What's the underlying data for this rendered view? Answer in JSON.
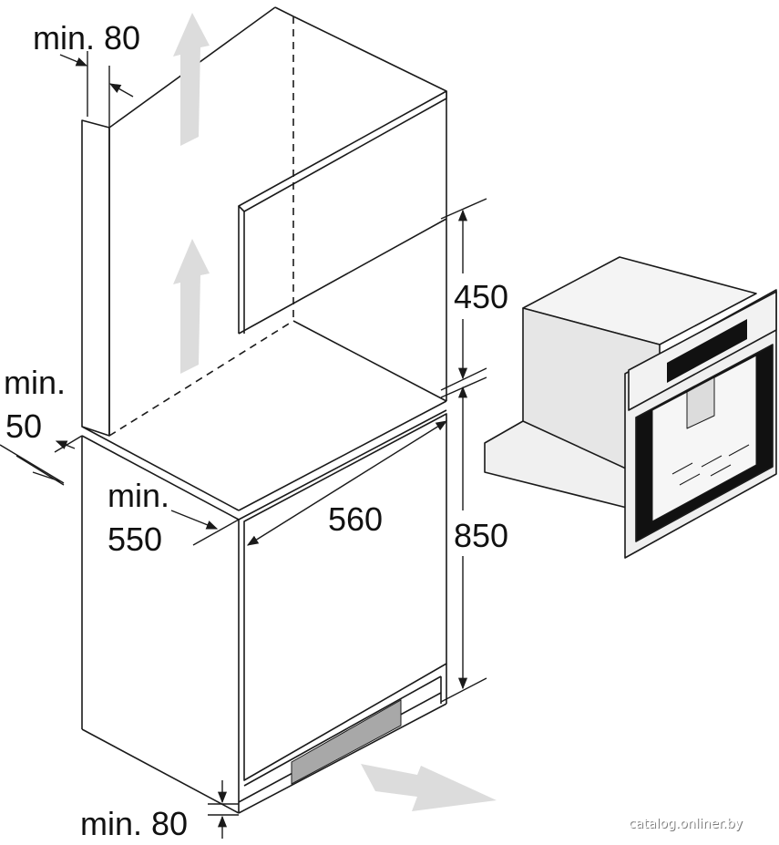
{
  "labels": {
    "top_clearance": "min. 80",
    "side_gap_line1": "min.",
    "side_gap_line2": "50",
    "depth_line1": "min.",
    "depth_line2": "550",
    "width": "560",
    "niche_height": "450",
    "cabinet_height": "850",
    "bottom_clearance": "min. 80"
  },
  "watermark": "catalog.onliner.by",
  "colors": {
    "line": "#1a1a1a",
    "airflow_arrow": "#dcdcdc",
    "vent_grille": "#a8a8a8",
    "machine_panel": "#111111",
    "machine_body": "#efefef"
  },
  "icons": {
    "airflow_up": "arrow-up-icon",
    "airflow_in": "arrow-diagonal-icon"
  }
}
